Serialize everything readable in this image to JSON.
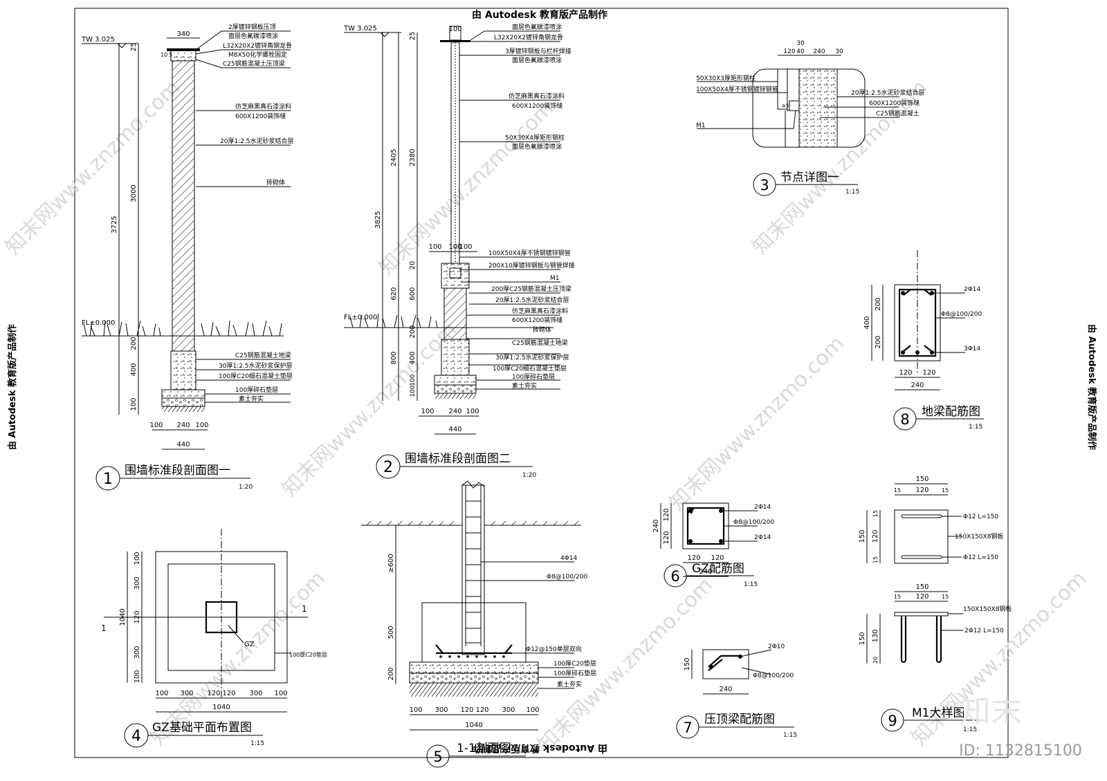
{
  "header": {
    "edu_stamp": "由 Autodesk 教育版产品制作"
  },
  "side": {
    "left": "由 Autodesk 教育版产品制作",
    "right": "由 Autodesk 教育版产品制作"
  },
  "footer": {
    "id_label": "ID: 1132815100",
    "logo": "知末",
    "edu_stamp_flipped": "由 Autodesk 教育版产品制作"
  },
  "watermark": "知末网www.znzmo.com",
  "views": {
    "v1": {
      "no": "1",
      "title": "围墙标准段剖面图一",
      "scale": "1:20"
    },
    "v2": {
      "no": "2",
      "title": "围墙标准段剖面图二",
      "scale": "1:20"
    },
    "v3": {
      "no": "3",
      "title": "节点详图一",
      "scale": "1:15"
    },
    "v4": {
      "no": "4",
      "title": "GZ基础平面布置图",
      "scale": "1:15"
    },
    "v5": {
      "no": "5",
      "title": "1-1剖面图",
      "scale": ""
    },
    "v6": {
      "no": "6",
      "title": "GZ配筋图",
      "scale": "1:15"
    },
    "v7": {
      "no": "7",
      "title": "压顶梁配筋图",
      "scale": "1:15"
    },
    "v8": {
      "no": "8",
      "title": "地梁配筋图",
      "scale": "1:15"
    },
    "v9": {
      "no": "9",
      "title": "M1大样图",
      "scale": "1:15"
    }
  },
  "s1": {
    "tw": "TW 3.025",
    "fl": "FL±0.000",
    "dims_top": "340",
    "d10": "10",
    "d5": "5",
    "dims_v": [
      "25",
      "3000",
      "3725",
      "200",
      "400",
      "100"
    ],
    "dims_b": [
      "100",
      "240",
      "100",
      "440"
    ],
    "labels": [
      "2厚镀锌钢板压顶",
      "面层色氟碳漆喷涂",
      "L32X20X2镀锌角钢龙骨",
      "M8X50化学螺栓固定",
      "C25钢筋混凝土压顶梁",
      "仿芝麻黑真石漆涂料",
      "600X1200装饰缝",
      "20厚1:2.5水泥砂浆结合层",
      "砖砌体",
      "C25钢筋混凝土地梁",
      "30厚1:2.5水泥砂浆保护层",
      "100厚C20细石混凝土垫层",
      "100厚碎石垫层",
      "素土夯实"
    ]
  },
  "s2": {
    "tw": "TW 3.025",
    "fl": "FL±0.000",
    "dims_top": "100",
    "dims_mid": [
      "100",
      "100",
      "100"
    ],
    "dims_v": [
      "25",
      "2405",
      "2380",
      "3825",
      "20",
      "620",
      "600",
      "200",
      "800",
      "400",
      "100",
      "100"
    ],
    "dims_b": [
      "100",
      "240",
      "100",
      "440"
    ],
    "labels": [
      "面层色氟碳漆喷涂",
      "L32X20X2镀锌角钢龙骨",
      "3厚镀锌钢板与栏杆焊接",
      "面层色氟碳漆喷涂",
      "仿芝麻黑真石漆涂料",
      "600X1200装饰缝",
      "50X30X4厚矩形钢柱",
      "面层色氟碳漆喷涂",
      "100X50X4厚不锈钢镀锌钢管",
      "200X10厚镀锌钢板与钢管焊接",
      "M1",
      "200厚C25钢筋混凝土压顶梁",
      "20厚1:2.5水泥砂浆结合层",
      "仿芝麻黑真石漆涂料",
      "600X1200装饰缝",
      "砖砌体",
      "C25钢筋混凝土地梁",
      "30厚1:2.5水泥砂浆保护层",
      "100厚C20细石混凝土垫层",
      "100厚碎石垫层",
      "素土夯实"
    ]
  },
  "s3": {
    "dims_top": [
      "120",
      "40",
      "30",
      "240",
      "30"
    ],
    "labels_left": [
      "50X30X3厚矩形钢柱",
      "100X50X4厚不锈钢镀锌钢管",
      "M1"
    ],
    "labels_right": [
      "20厚1:2.5水泥砂浆结合层",
      "600X1200装饰缝",
      "C25钢筋混凝土"
    ],
    "note": "≥5"
  },
  "s4": {
    "dims_v": [
      "100",
      "300",
      "120",
      "300",
      "100",
      "1040"
    ],
    "dims_h": [
      "100",
      "300",
      "120",
      "120",
      "300",
      "100",
      "1040"
    ],
    "gz": "GZ",
    "cut": "1",
    "note": "100厚C20垫层"
  },
  "s5": {
    "notes": [
      "4Φ14",
      "Φ8@100/200",
      "Φ12@150单层双向",
      "100厚C20垫层",
      "100厚碎石垫层",
      "素土夯实"
    ],
    "dims_v": [
      "≥600",
      "500",
      "200"
    ],
    "dims_h": [
      "100",
      "300",
      "120",
      "120",
      "300",
      "100",
      "1040"
    ]
  },
  "s6": {
    "dims_v": [
      "120",
      "120",
      "240"
    ],
    "dims_h": [
      "120",
      "120",
      "240"
    ],
    "notes": [
      "2Φ14",
      "Φ8@100/200",
      "2Φ14"
    ]
  },
  "s7": {
    "dims_v": [
      "150"
    ],
    "dims_h": [
      "240"
    ],
    "notes": [
      "2Φ10",
      "Φ8@100/200"
    ]
  },
  "s8": {
    "dims_v": [
      "200",
      "200",
      "400"
    ],
    "dims_h": [
      "120",
      "120",
      "240"
    ],
    "notes": [
      "2Φ14",
      "Φ8@100/200",
      "3Φ14"
    ]
  },
  "s9": {
    "dims_top": [
      "150",
      "15",
      "120",
      "15"
    ],
    "dims_v": [
      "15",
      "120",
      "15",
      "150"
    ],
    "notes": [
      "Φ12 L=150",
      "150X150X8钢板",
      "Φ12 L=150"
    ],
    "dims_top2": [
      "150",
      "15",
      "120",
      "15"
    ],
    "dims_v2": [
      "130",
      "20",
      "150"
    ],
    "notes2": [
      "150X150X8钢板",
      "2Φ12 L=150"
    ]
  }
}
